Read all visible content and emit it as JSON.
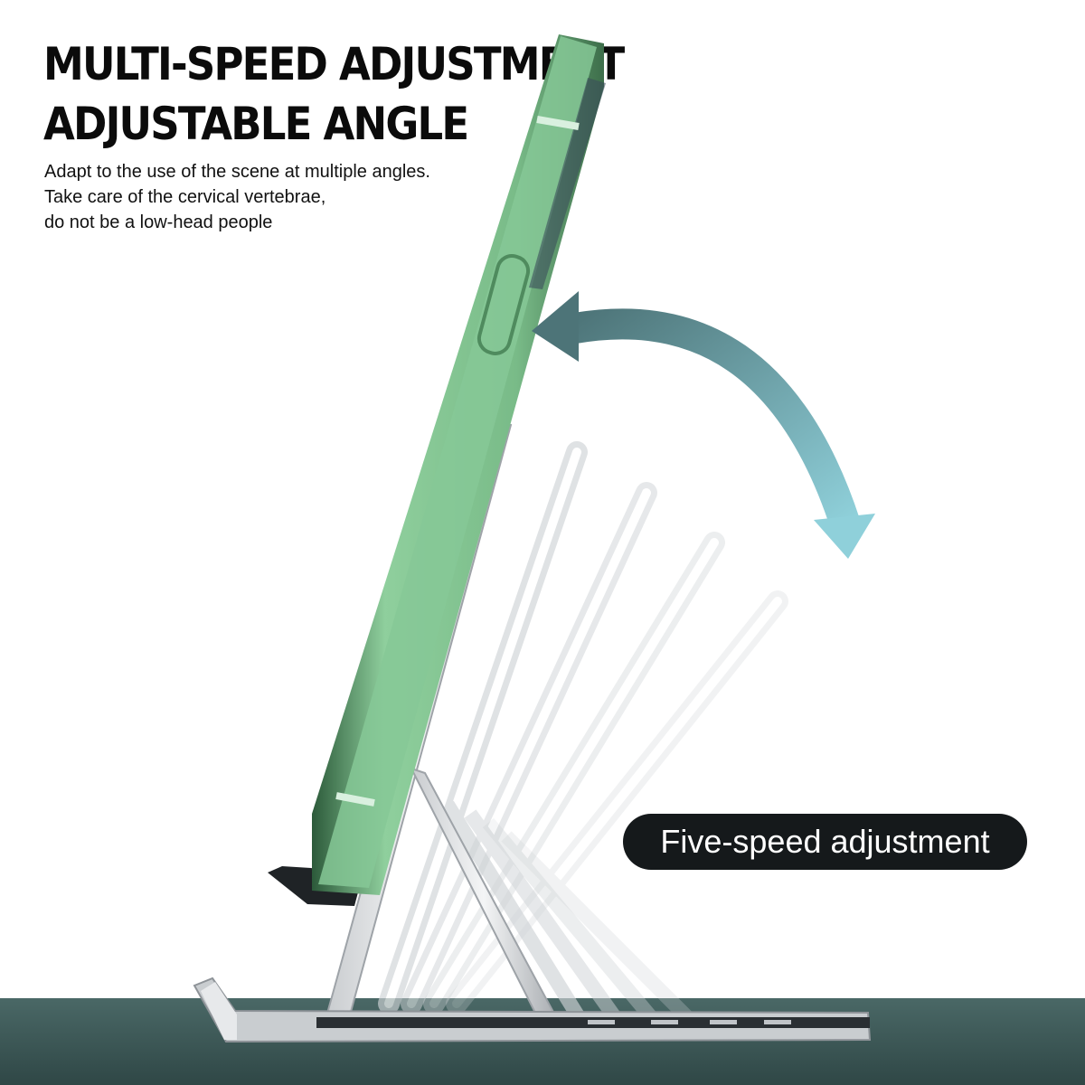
{
  "headline": {
    "line1": "MULTI-SPEED ADJUSTMENT",
    "line2": "ADJUSTABLE ANGLE"
  },
  "description": [
    "Adapt to the use of the scene at multiple angles.",
    "Take care of the cervical vertebrae,",
    "do not be a low-head people"
  ],
  "badge": {
    "label": "Five-speed adjustment"
  },
  "product": {
    "icons": [
      "phone-illustration",
      "stand-illustration",
      "curved-arrow-icon"
    ],
    "positions": 5
  },
  "colors": {
    "background": "#ffffff",
    "table": "#3d5a58",
    "phone": "#7fc28e",
    "arrow_start": "#4d7478",
    "arrow_end": "#8fd0da",
    "badge": "#15191b",
    "badge_text": "#ffffff",
    "text": "#0b0b0b"
  }
}
